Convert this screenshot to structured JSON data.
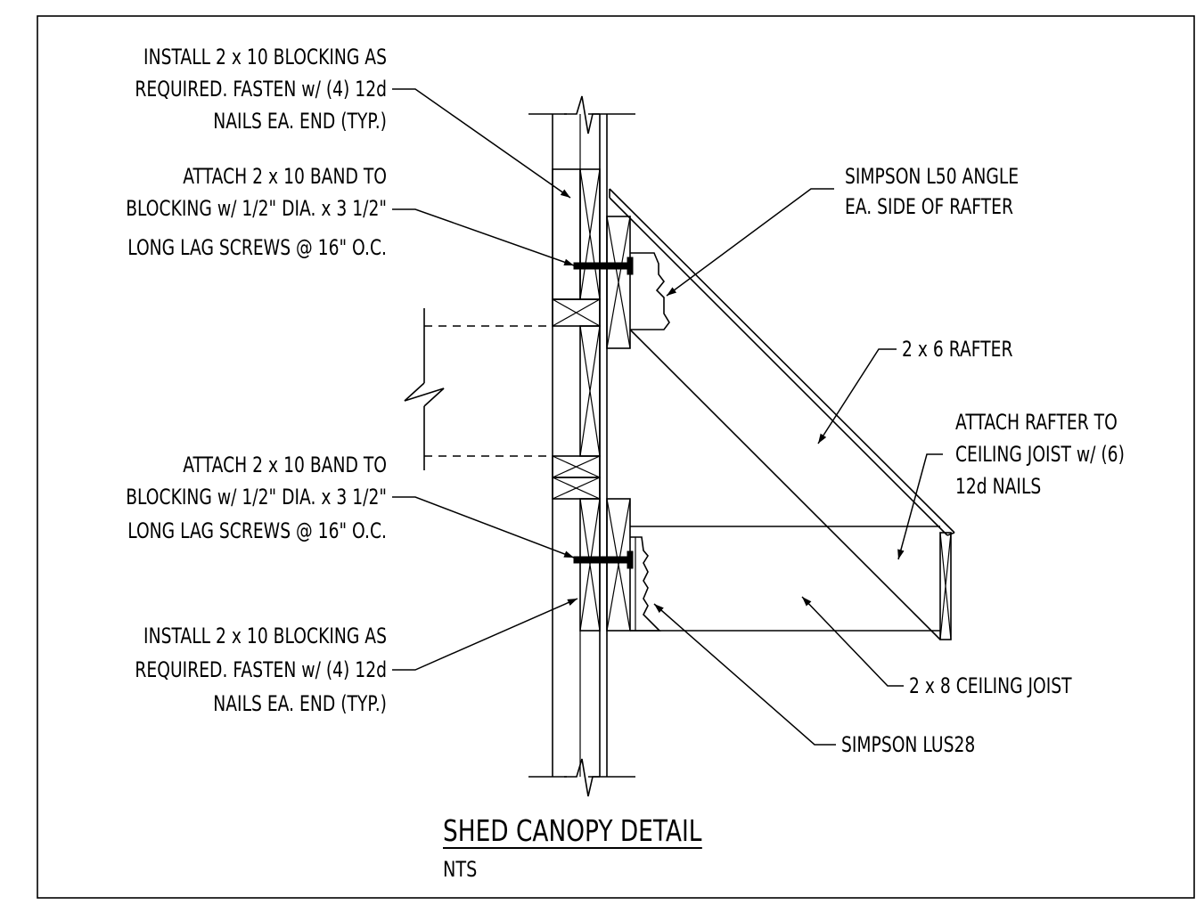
{
  "title": "SHED CANOPY DETAIL",
  "scale": "NTS",
  "notes": {
    "blocking_top": [
      "INSTALL 2 x 10 BLOCKING AS",
      "REQUIRED. FASTEN w/ (4) 12d",
      "NAILS EA. END (TYP.)"
    ],
    "band_top": [
      "ATTACH 2 x 10 BAND TO",
      "BLOCKING w/ 1/2\" DIA. x 3 1/2\"",
      "LONG LAG SCREWS @ 16\" O.C."
    ],
    "band_bottom": [
      "ATTACH 2 x 10 BAND TO",
      "BLOCKING w/ 1/2\" DIA. x 3 1/2\"",
      "LONG LAG SCREWS @ 16\" O.C."
    ],
    "blocking_bottom": [
      "INSTALL 2 x 10 BLOCKING AS",
      "REQUIRED. FASTEN w/ (4) 12d",
      "NAILS EA. END (TYP.)"
    ],
    "angle": [
      "SIMPSON L50 ANGLE",
      "EA. SIDE OF RAFTER"
    ],
    "rafter": [
      "2 x 6 RAFTER"
    ],
    "attach_rafter": [
      "ATTACH RAFTER TO",
      "CEILING JOIST w/ (6)",
      "12d NAILS"
    ],
    "ceiling_joist": [
      "2 x 8 CEILING JOIST"
    ],
    "hanger": [
      "SIMPSON LUS28"
    ]
  }
}
